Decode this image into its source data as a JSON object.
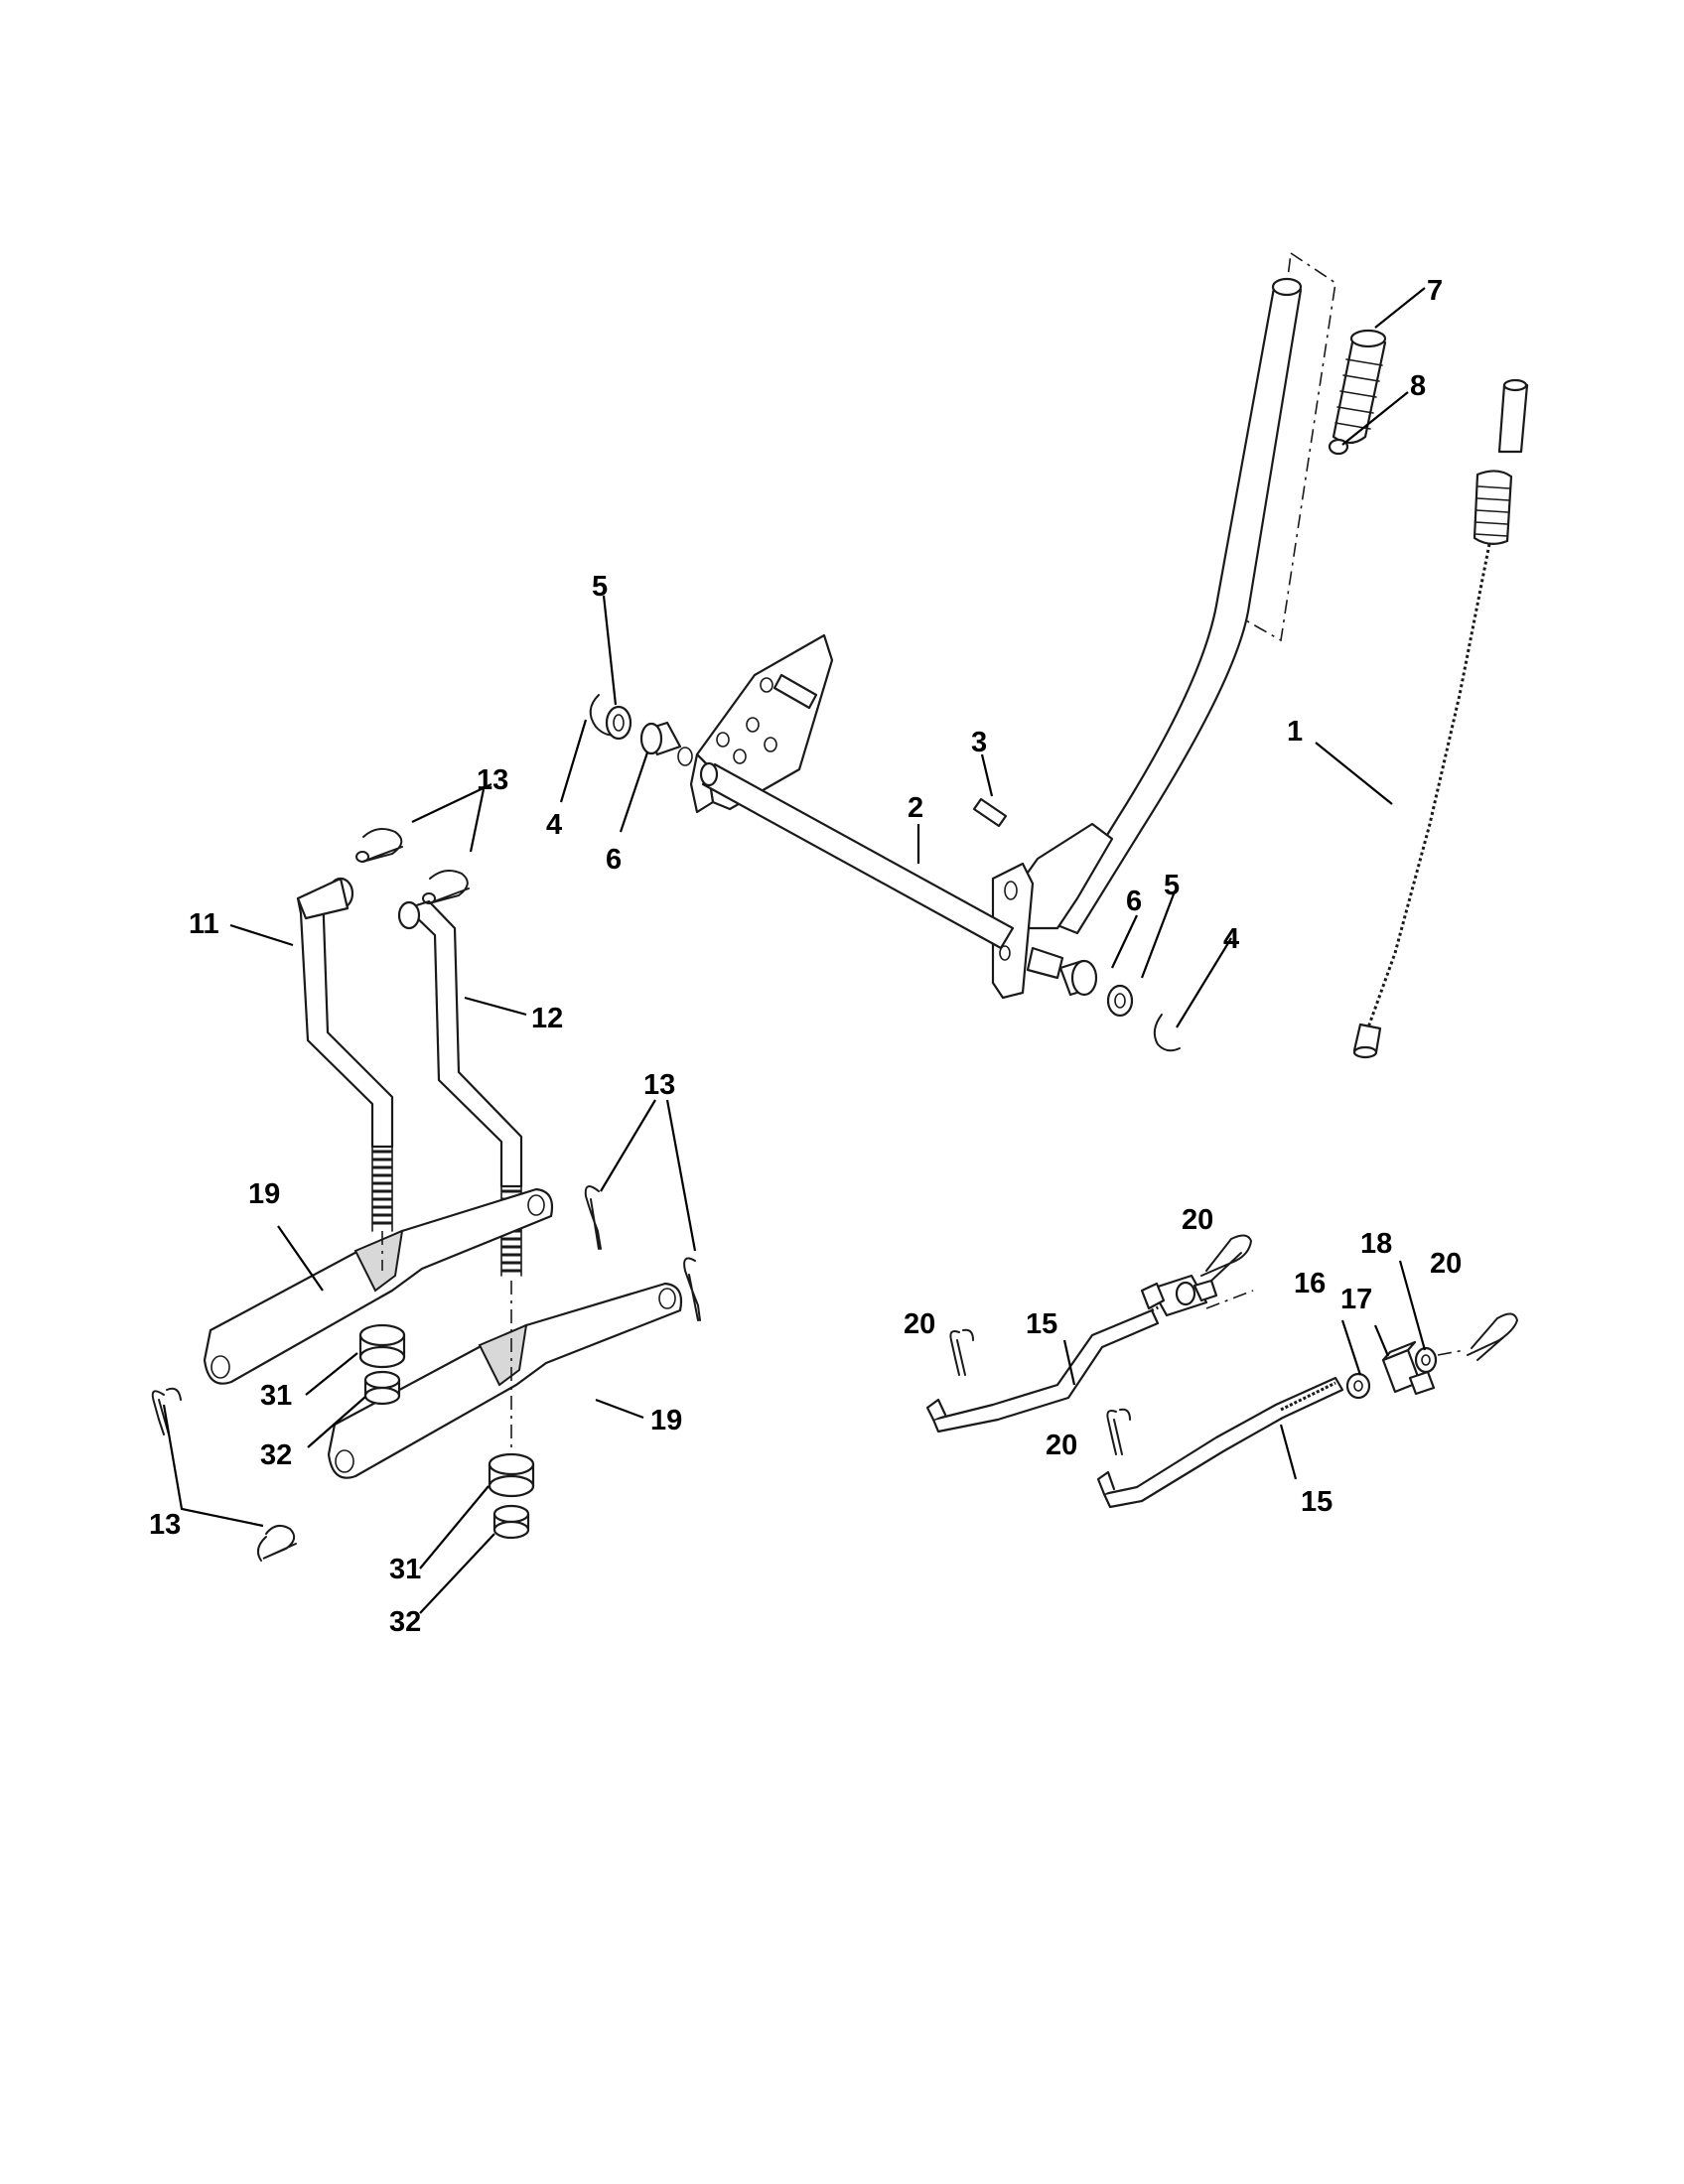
{
  "callouts": {
    "c1": "1",
    "c2": "2",
    "c3": "3",
    "c4a": "4",
    "c4b": "4",
    "c5a": "5",
    "c5b": "5",
    "c6a": "6",
    "c6b": "6",
    "c7": "7",
    "c8": "8",
    "c11": "11",
    "c12": "12",
    "c13a": "13",
    "c13b": "13",
    "c13c": "13",
    "c15a": "15",
    "c15b": "15",
    "c16": "16",
    "c17": "17",
    "c18": "18",
    "c19a": "19",
    "c19b": "19",
    "c20a": "20",
    "c20b": "20",
    "c20c": "20",
    "c20d": "20",
    "c31a": "31",
    "c31b": "31",
    "c32a": "32",
    "c32b": "32"
  },
  "colors": {
    "line": "#1a1a1a",
    "background": "#ffffff"
  }
}
